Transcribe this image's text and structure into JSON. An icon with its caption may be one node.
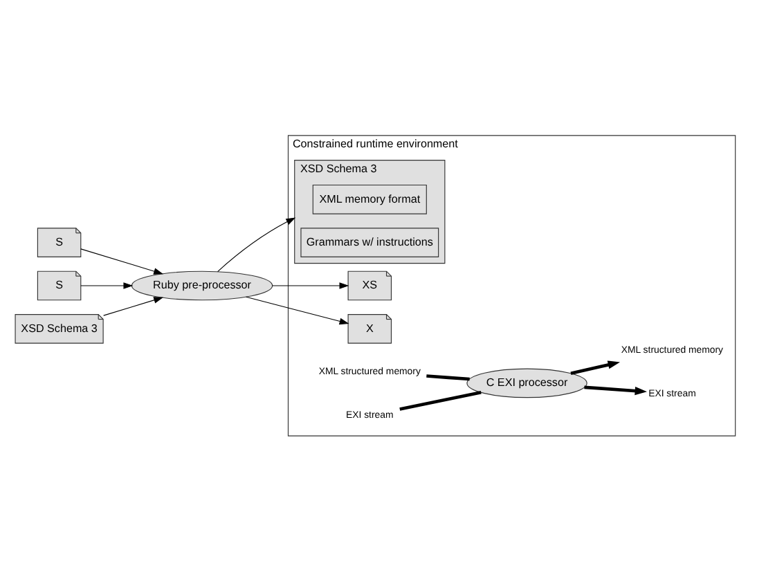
{
  "diagram": {
    "nodes": [
      {
        "text": [
          "S"
        ]
      },
      {
        "text": [
          "S"
        ]
      },
      {
        "text": [
          "XSD Schema 3"
        ]
      },
      {
        "text": [
          "Ruby pre-processor"
        ]
      },
      {
        "text": [
          "Constrained runtime environment"
        ]
      },
      {
        "text": [
          "XS"
        ],
        "in": 4
      },
      {
        "text": [
          "X"
        ],
        "in": 4
      },
      {
        "text": [
          "XSD Schema 3"
        ],
        "in": 4
      },
      {
        "text": [
          "XML memory format"
        ],
        "in": 7
      },
      {
        "text": [
          "Grammars w/ instructions"
        ],
        "in": 7
      },
      {
        "text": [
          "C EXI processor"
        ],
        "in": 4
      },
      {
        "text": [
          "XML structured memory"
        ],
        "in": 4
      },
      {
        "text": [
          "EXI stream"
        ],
        "in": 4
      },
      {
        "text": [
          "EXI stream"
        ],
        "in": 4
      },
      {
        "text": [
          "XML structured memory"
        ],
        "in": 4
      }
    ],
    "edges": [
      {
        "from": 2,
        "to": 3,
        "arrow": "to"
      },
      {
        "from": 1,
        "to": 3,
        "arrow": "to"
      },
      {
        "from": 0,
        "to": 3,
        "arrow": "to"
      },
      {
        "from": 3,
        "to": 7,
        "arrow": "to"
      },
      {
        "from": 3,
        "to": 6,
        "arrow": "to"
      },
      {
        "from": 3,
        "to": 5,
        "arrow": "to"
      },
      {
        "from": 11,
        "to": 10,
        "arrow": "none",
        "style": "thick"
      },
      {
        "from": 10,
        "to": 12,
        "arrow": "to",
        "style": "thick"
      },
      {
        "from": 13,
        "to": 10,
        "arrow": "none",
        "style": "thick"
      },
      {
        "from": 10,
        "to": 14,
        "arrow": "to",
        "style": "thick"
      }
    ]
  }
}
